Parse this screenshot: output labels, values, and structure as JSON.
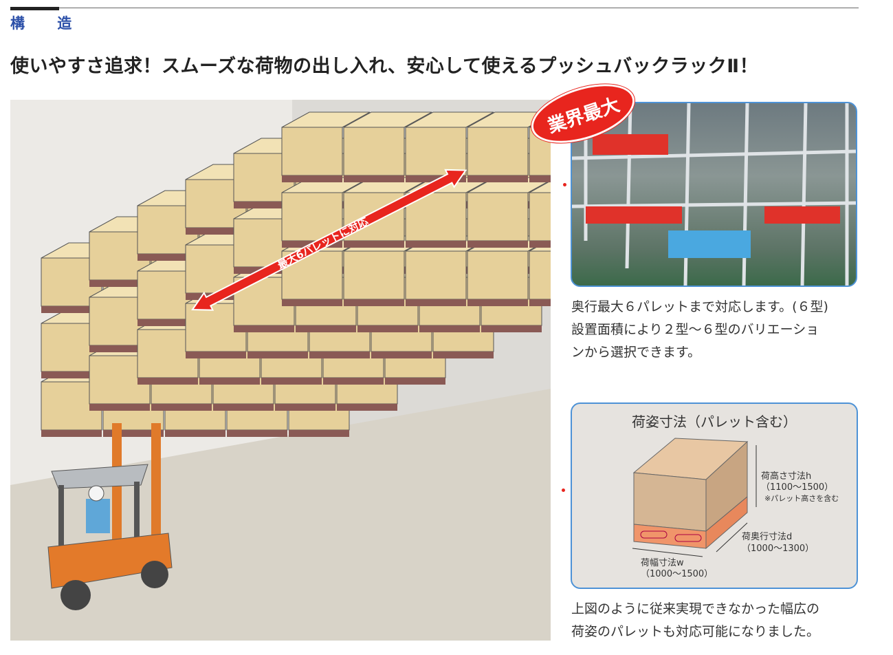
{
  "section_title": "構 造",
  "headline": "使いやすさ追求！スムーズな荷物の出し入れ、安心して使えるプッシュバックラックⅡ！",
  "illustration": {
    "arrow_label": "最大6パレットに対応"
  },
  "badge": "業界最大",
  "description1": [
    "奥行最大６パレットまで対応します。(６型)",
    "設置面積により２型～６型のバリエーショ",
    "ンから選択できます。"
  ],
  "dimension_panel": {
    "title": "荷姿寸法（パレット含む）",
    "height_label": "荷高さ寸法h",
    "height_range": "（1100～1500）",
    "height_note": "※パレット高さを含む",
    "depth_label": "荷奥行寸法d",
    "depth_range": "（1000～1300）",
    "width_label": "荷幅寸法w",
    "width_range": "（1000～1500）"
  },
  "description2": [
    "上図のように従来実現できなかった幅広の",
    "荷姿のパレットも対応可能になりました。"
  ]
}
